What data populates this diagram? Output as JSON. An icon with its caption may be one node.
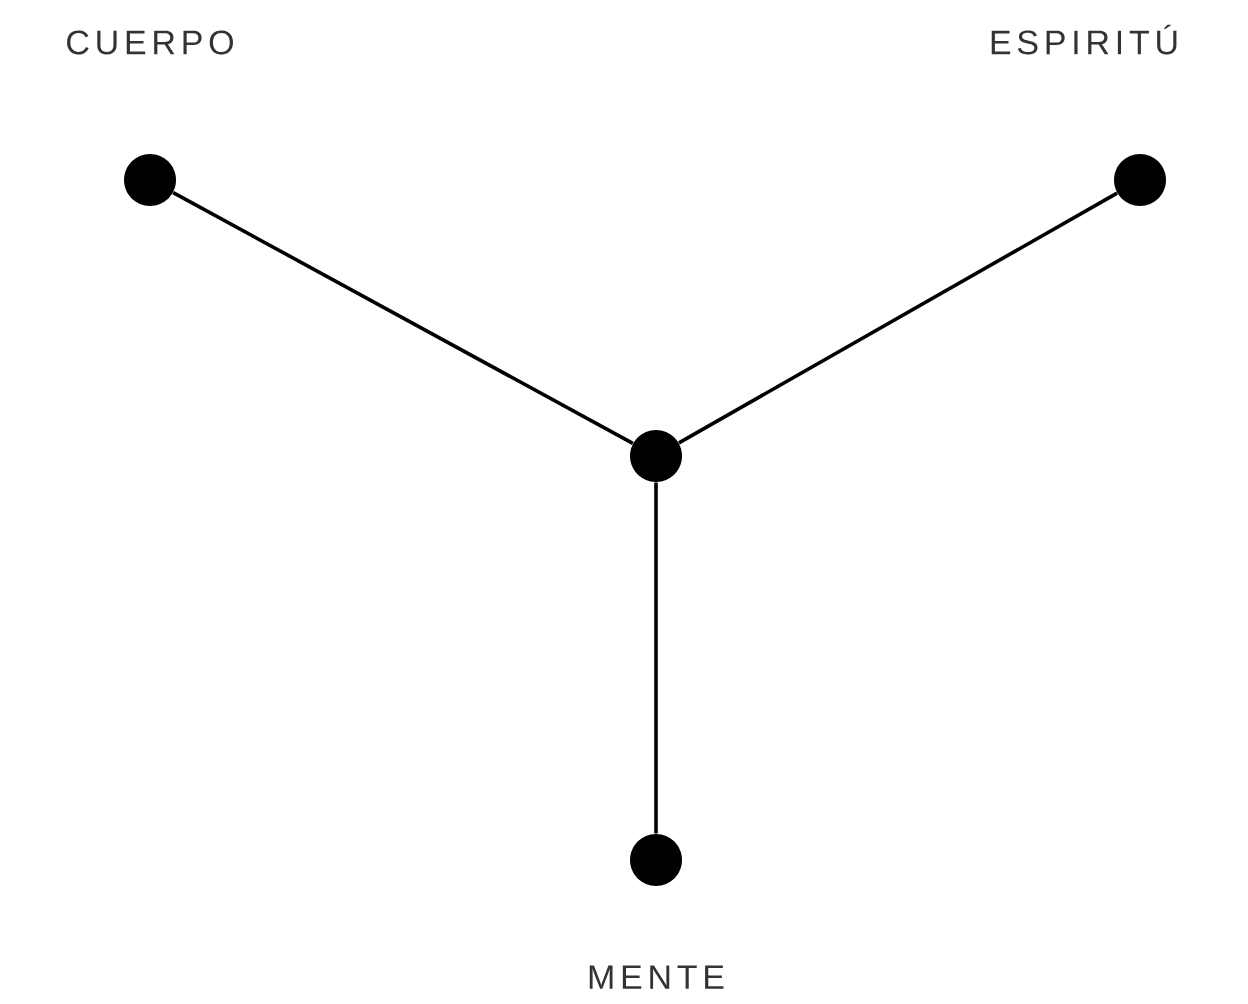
{
  "diagram": {
    "nodes": [
      {
        "text": [
          "CUERPO"
        ]
      },
      {
        "text": [
          "ESPIRITÚ"
        ]
      },
      {
        "text": [],
        "shape": "circle"
      },
      {
        "text": [
          "MENTE"
        ]
      }
    ],
    "edges": [
      {
        "from": 2,
        "to": 0,
        "arrow": "none"
      },
      {
        "from": 2,
        "to": 1,
        "arrow": "none"
      },
      {
        "from": 2,
        "to": 3,
        "arrow": "none"
      }
    ]
  }
}
